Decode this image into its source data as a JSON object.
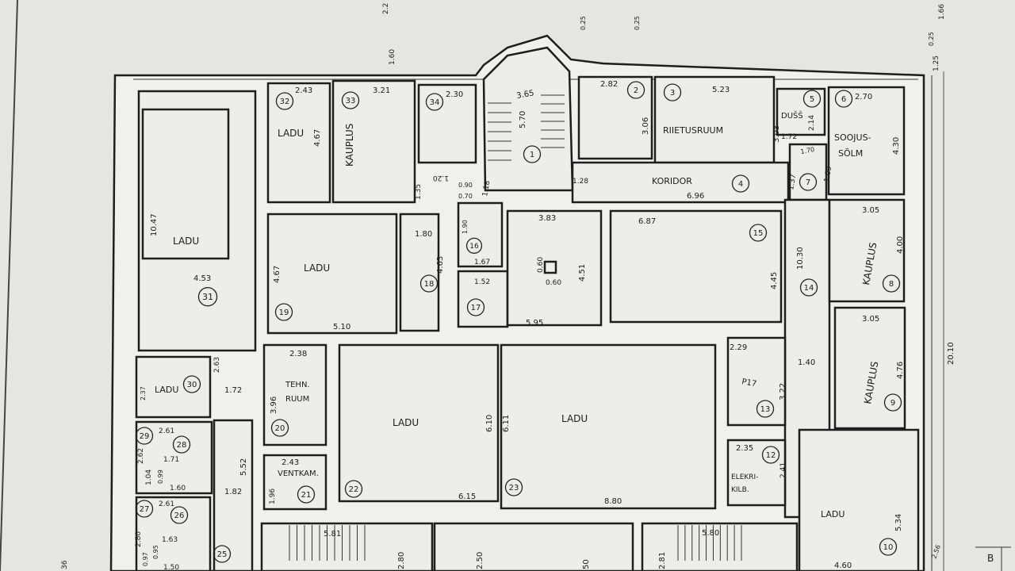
{
  "plan": {
    "sheet_mark": "B",
    "exterior_dims": [
      "1.60",
      "0.25",
      "0.25",
      "1.66",
      "0.25",
      "1.25",
      "20.10",
      "2.56",
      "2.2",
      "36"
    ],
    "misc_dims": [
      "5.81",
      "5.80",
      "2.80",
      "2.50",
      "2.81",
      "50"
    ]
  },
  "rooms": {
    "r1": {
      "no": "1",
      "dims": [
        "3.65",
        "5.70"
      ]
    },
    "r2": {
      "no": "2",
      "dims": [
        "2.82",
        "3.06"
      ]
    },
    "r3": {
      "no": "3",
      "name": "RIIETUSRUUM",
      "dims": [
        "5.23",
        "3.03"
      ]
    },
    "r4": {
      "no": "4",
      "name": "KORIDOR",
      "dims": [
        "6.96",
        "1.28",
        "1.37"
      ]
    },
    "r5": {
      "no": "5",
      "name": "DUŠŠ",
      "dims": [
        "1.72",
        "2.14"
      ]
    },
    "r6": {
      "no": "6",
      "name": "SOOJUS-",
      "name2": "SÕLM",
      "dims": [
        "2.70",
        "4.30"
      ]
    },
    "r7": {
      "no": "7",
      "dims": [
        "1.70",
        "1.09"
      ]
    },
    "r8": {
      "no": "8",
      "name": "KAUPLUS",
      "dims": [
        "3.05",
        "4.00"
      ]
    },
    "r9": {
      "no": "9",
      "name": "KAUPLUS",
      "dims": [
        "3.05",
        "4.76"
      ]
    },
    "r10": {
      "no": "10",
      "name": "LADU",
      "dims": [
        "5.34",
        "4.60"
      ]
    },
    "r12": {
      "no": "12",
      "name": "ELEKRI-",
      "name2": "KILB.",
      "dims": [
        "2.35",
        "2.41"
      ]
    },
    "r13": {
      "no": "13",
      "note": "P17",
      "dims": [
        "2.29",
        "3.22"
      ]
    },
    "r14": {
      "no": "14",
      "dims": [
        "10.30",
        "1.40"
      ]
    },
    "r15": {
      "no": "15",
      "dims": [
        "6.87",
        "4.45"
      ]
    },
    "r16": {
      "no": "16",
      "dims": [
        "1.90",
        "1.67",
        "0.90",
        "0.70"
      ]
    },
    "r17": {
      "no": "17",
      "dims": [
        "1.52"
      ]
    },
    "r18": {
      "no": "18",
      "dims": [
        "1.80",
        "4.63"
      ]
    },
    "r19": {
      "no": "19",
      "name": "LADU",
      "dims": [
        "4.67",
        "5.10"
      ]
    },
    "r20": {
      "no": "20",
      "name": "TEHN.",
      "name2": "RUUM",
      "dims": [
        "2.38",
        "3.96"
      ]
    },
    "r21": {
      "no": "21",
      "name": "VENTKAM.",
      "dims": [
        "2.43",
        "1.96"
      ]
    },
    "r22": {
      "no": "22",
      "name": "LADU",
      "dims": [
        "6.15",
        "6.10"
      ]
    },
    "r23": {
      "no": "23",
      "name": "LADU",
      "dims": [
        "6.11",
        "8.80"
      ]
    },
    "r25": {
      "no": "25",
      "dims": [
        "5.52",
        "1.82"
      ]
    },
    "r26": {
      "no": "26",
      "dims": [
        "1.63",
        "0.95",
        "1.50"
      ]
    },
    "r27": {
      "no": "27",
      "dims": [
        "2.61",
        "2.80",
        "0.97"
      ]
    },
    "r28": {
      "no": "28",
      "dims": [
        "1.71",
        "0.99",
        "1.60"
      ]
    },
    "r29": {
      "no": "29",
      "dims": [
        "2.61",
        "2.62",
        "1.04"
      ]
    },
    "r30": {
      "no": "30",
      "name": "LADU",
      "dims": [
        "2.37",
        "2.63",
        "1.72"
      ]
    },
    "r31": {
      "no": "31",
      "name": "LADU",
      "dims": [
        "10.47",
        "4.53"
      ]
    },
    "r32": {
      "no": "32",
      "name": "LADU",
      "dims": [
        "2.43",
        "4.67"
      ]
    },
    "r33": {
      "no": "33",
      "name": "KAUPLUS",
      "dims": [
        "3.21"
      ]
    },
    "r34": {
      "no": "34",
      "dims": [
        "2.30",
        "1.35",
        "1.20",
        "1.18"
      ]
    },
    "rx": {
      "dims": [
        "3.83",
        "4.51",
        "5.95",
        "0.60",
        "0.60"
      ]
    }
  }
}
